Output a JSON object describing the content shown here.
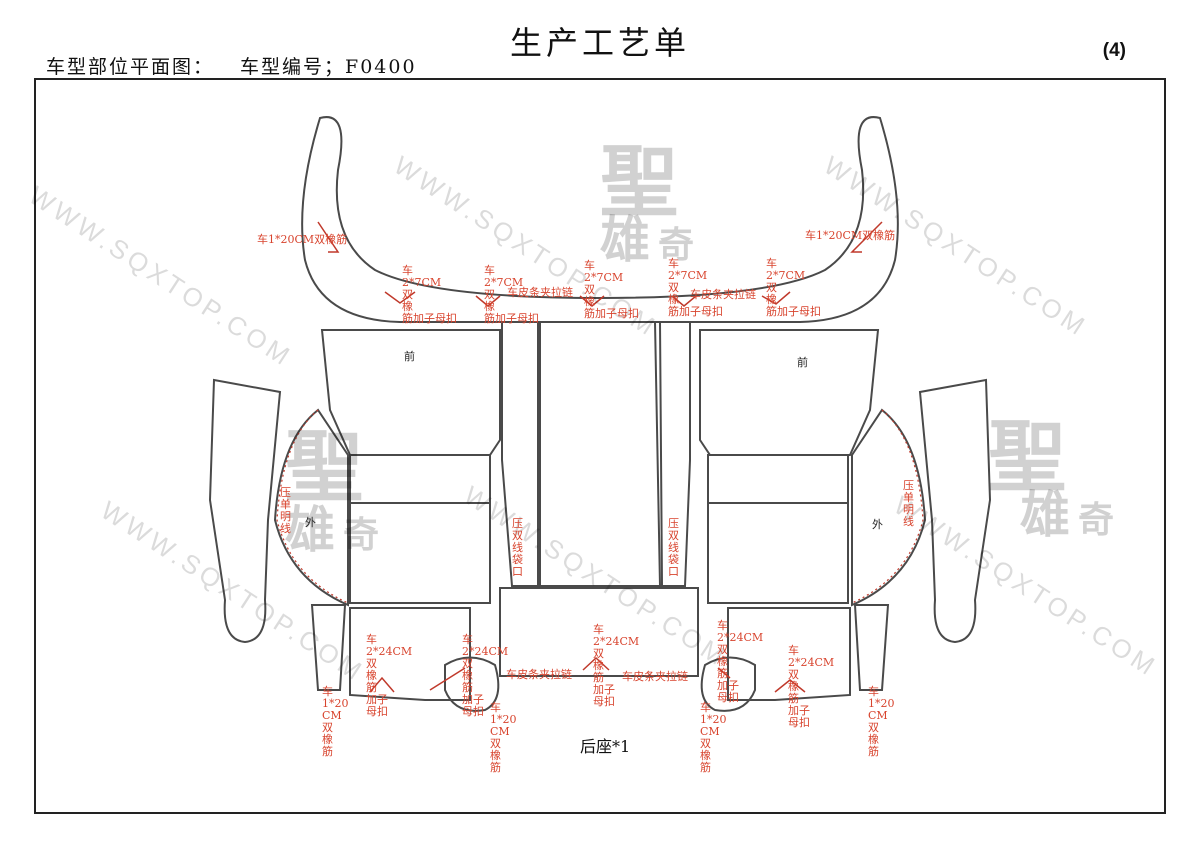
{
  "header": {
    "title": "生产工艺单",
    "subtitle_left": "车型部位平面图：",
    "model_label": "车型编号；F0400",
    "page_no": "(4)"
  },
  "watermark": {
    "url": "WWW.SQXTOP.COM",
    "brand_big": "聖",
    "brand_small": "奇",
    "brand_bottom": "雄"
  },
  "annotations": {
    "top_left_edge": "车1*20CM双橡筋",
    "top_right_edge": "车1*20CM双橡筋",
    "top_k1": "车\n2*7CM\n双\n橡\n筋加子母扣",
    "top_k2": "车\n2*7CM\n双\n橡\n筋加子母扣",
    "top_k3": "车\n2*7CM\n双\n橡\n筋加子母扣",
    "top_k4": "车\n2*7CM\n双\n橡\n筋加子母扣",
    "top_k5": "车\n2*7CM\n双\n橡\n筋加子母扣",
    "zip_left": "车皮条夹拉链",
    "zip_right": "车皮条夹拉链",
    "front_left": "前",
    "front_right": "前",
    "outer_left": "外",
    "outer_right": "外",
    "single_line_left": "压单明线",
    "single_line_right": "压单明线",
    "double_line_left": "压双线袋口",
    "double_line_right": "压双线袋口",
    "bottom_a": "车\n1*20\nCM\n双\n橡\n筋",
    "bottom_b": "车\n2*24CM\n双\n橡\n筋\n加子\n母扣",
    "bottom_c": "车\n2*24CM\n双\n橡\n筋\n加子\n母扣",
    "bottom_d": "车\n1*20\nCM\n双\n橡\n筋",
    "bottom_e": "车\n2*24CM\n双\n橡\n筋\n加子\n母扣",
    "bottom_f": "车\n2*24CM\n双\n橡\n筋\n加子\n母扣",
    "bottom_g": "车\n1*20\nCM\n双\n橡\n筋",
    "bottom_h": "车\n2*24CM\n双\n橡\n筋\n加子\n母扣",
    "bottom_i": "车\n1*20\nCM\n双\n橡\n筋",
    "zip_bottom_left": "车皮条夹拉链",
    "zip_bottom_right": "车皮条夹拉链",
    "caption": "后座*1"
  }
}
